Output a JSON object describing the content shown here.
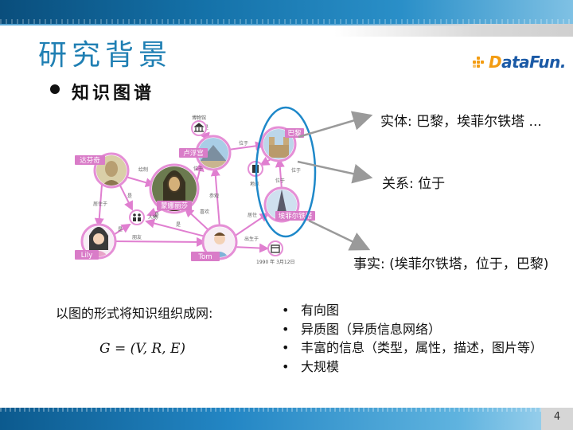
{
  "slide": {
    "title": "研究背景",
    "subtitle": "知识图谱",
    "page_number": "4"
  },
  "logo": {
    "text_prefix": "D",
    "text_rest": "ataFun.",
    "accent": "#f39c12",
    "brand": "#1b5aa6"
  },
  "graph": {
    "nodes": {
      "davinci": "达芬奇",
      "mona_lisa": "蒙娜丽莎",
      "louvre": "卢浮宫",
      "paris": "巴黎",
      "eiffel": "埃菲尔铁塔",
      "lily": "Lily",
      "tom": "Tom"
    },
    "icon_labels": {
      "museum": "博物馆",
      "person": "人物",
      "place": "地点",
      "date": "1990 年 3月12日"
    },
    "edges": {
      "drew": "绘制",
      "is_a_1": "是",
      "is_a_2": "是",
      "is_a_3": "是",
      "is_a_4": "是",
      "located_in_1": "位于",
      "located_in_2": "位于",
      "located_in_3": "位于",
      "located_in_4": "位于",
      "like": "喜欢",
      "visit": "参观",
      "friend": "朋友",
      "born_on": "出生于",
      "live_in": "居住于",
      "lives": "居住",
      "is_5": "是"
    }
  },
  "annotations": {
    "entity": "实体: 巴黎，埃菲尔铁塔 ...",
    "relation": "关系: 位于",
    "fact": "事实: (埃菲尔铁塔，位于，巴黎)"
  },
  "body": {
    "definition": "以图的形式将知识组织成网:",
    "formula": "G = (V, R, E)",
    "points": [
      "有向图",
      "异质图（异质信息网络）",
      "丰富的信息（类型，属性，描述，图片等）",
      "大规模"
    ]
  },
  "colors": {
    "title": "#1f7fb3",
    "edge": "#e07fd0",
    "node_ring": "#e58fd6",
    "ellipse": "#1e88c9",
    "arrow": "#9a9a9a"
  }
}
